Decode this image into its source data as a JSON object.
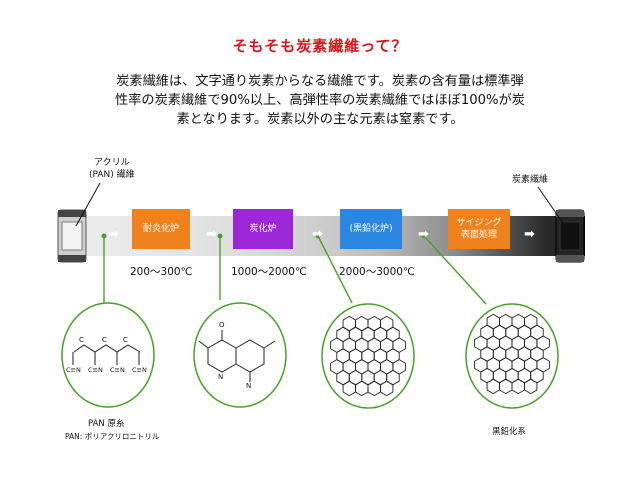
{
  "slide": {
    "title": "そもそも炭素繊維って？",
    "intro_lines": [
      "炭素繊維は、文字通り炭素からなる繊維です。炭素の含有量は標準弾",
      "性率の炭素繊維で90%以上、高弾性率の炭素繊維ではほぼ100%が炭",
      "素となります。炭素以外の主な元素は窒素です。"
    ]
  },
  "process": {
    "start_label_line1": "アクリル",
    "start_label_line2": "(PAN) 繊維",
    "end_label": "炭素繊維",
    "steps": [
      {
        "label": "耐炎化炉",
        "color": "#f0821e",
        "temp": "200～300℃"
      },
      {
        "label": "炭化炉",
        "color": "#9b27d6",
        "temp": "1000～2000℃"
      },
      {
        "label": "(黒鉛化炉)",
        "color": "#2a86e0",
        "temp": "2000～3000℃"
      },
      {
        "label": "サイジング\n表面処理",
        "color": "#f0821e",
        "temp": ""
      }
    ],
    "flow_arrow": "➡",
    "accent_color": "#4aa02c"
  },
  "structures": {
    "pan_caption": "PAN 原糸",
    "pan_subcaption": "PAN: ポリアクリロニトリル",
    "pan_nitrile_label": "C≡N",
    "pan_carbon_label": "C",
    "ring_o_label": "O",
    "ring_n_label": "N",
    "graphite_caption": "黒鉛化系"
  }
}
